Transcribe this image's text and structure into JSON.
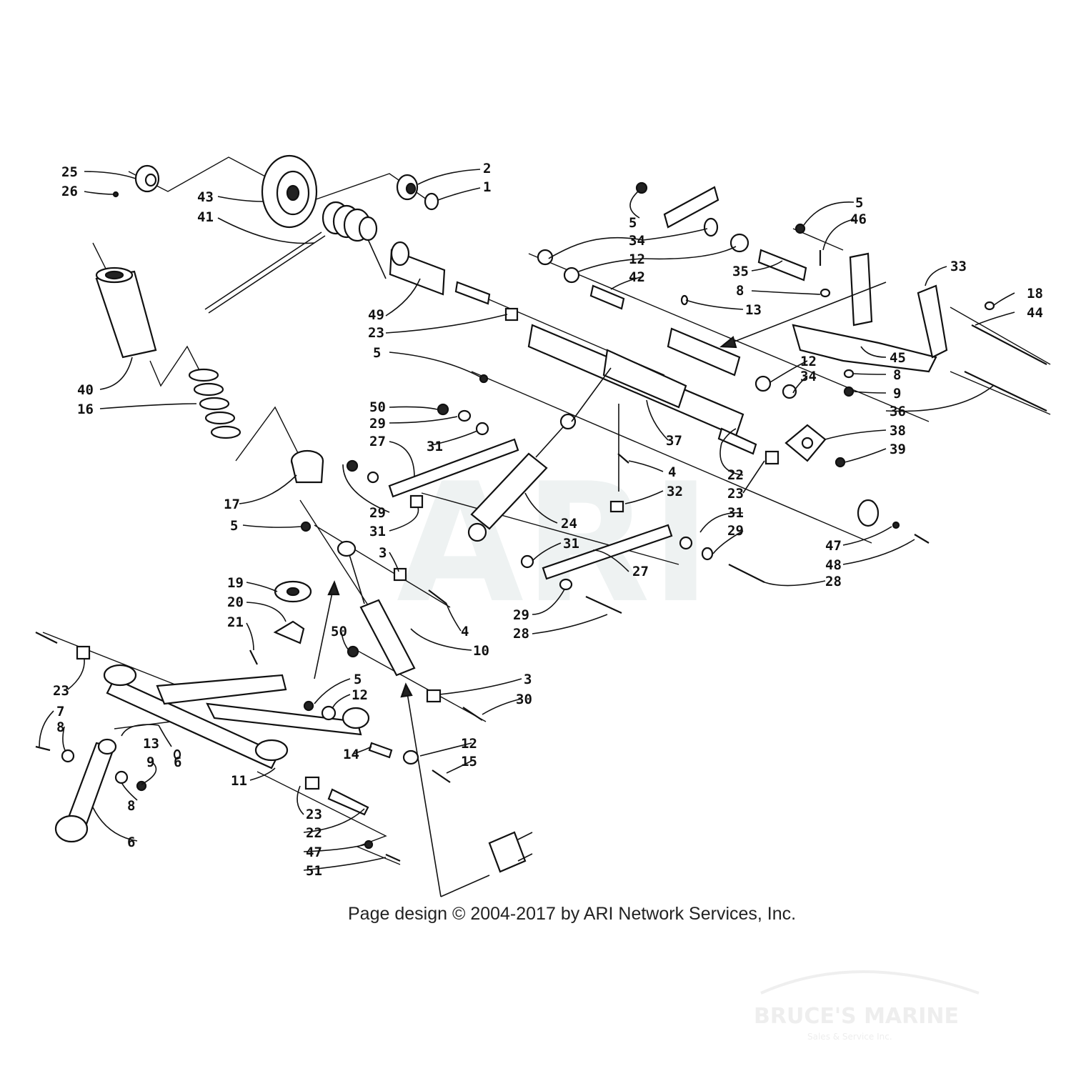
{
  "watermark": {
    "text": "ARI"
  },
  "copyright": "Page design © 2004-2017 by ARI Network Services, Inc.",
  "brand": {
    "name": "BRUCE'S MARINE",
    "tagline": "Sales & Service Inc."
  },
  "labels": [
    {
      "id": "l25a",
      "text": "25"
    },
    {
      "id": "l26a",
      "text": "26"
    },
    {
      "id": "l43",
      "text": "43"
    },
    {
      "id": "l41",
      "text": "41"
    },
    {
      "id": "l2a",
      "text": "2"
    },
    {
      "id": "l1",
      "text": "1"
    },
    {
      "id": "l40",
      "text": "40"
    },
    {
      "id": "l16",
      "text": "16"
    },
    {
      "id": "l49",
      "text": "49"
    },
    {
      "id": "l23a",
      "text": "23"
    },
    {
      "id": "l5a",
      "text": "5"
    },
    {
      "id": "l5b",
      "text": "5"
    },
    {
      "id": "l34a",
      "text": "34"
    },
    {
      "id": "l12a",
      "text": "12"
    },
    {
      "id": "l42",
      "text": "42"
    },
    {
      "id": "l5c",
      "text": "5"
    },
    {
      "id": "l46",
      "text": "46"
    },
    {
      "id": "l35",
      "text": "35"
    },
    {
      "id": "l8a",
      "text": "8"
    },
    {
      "id": "l13a",
      "text": "13"
    },
    {
      "id": "l33",
      "text": "33"
    },
    {
      "id": "l18",
      "text": "18"
    },
    {
      "id": "l44",
      "text": "44"
    },
    {
      "id": "l12b",
      "text": "12"
    },
    {
      "id": "l34b",
      "text": "34"
    },
    {
      "id": "l45",
      "text": "45"
    },
    {
      "id": "l8b",
      "text": "8"
    },
    {
      "id": "l9a",
      "text": "9"
    },
    {
      "id": "l36",
      "text": "36"
    },
    {
      "id": "l50a",
      "text": "50"
    },
    {
      "id": "l29a",
      "text": "29"
    },
    {
      "id": "l27a",
      "text": "27"
    },
    {
      "id": "l31a",
      "text": "31"
    },
    {
      "id": "l37",
      "text": "37"
    },
    {
      "id": "l38",
      "text": "38"
    },
    {
      "id": "l39",
      "text": "39"
    },
    {
      "id": "l4a",
      "text": "4"
    },
    {
      "id": "l22a",
      "text": "22"
    },
    {
      "id": "l23b",
      "text": "23"
    },
    {
      "id": "l32",
      "text": "32"
    },
    {
      "id": "l17",
      "text": "17"
    },
    {
      "id": "l29b",
      "text": "29"
    },
    {
      "id": "l31b",
      "text": "31"
    },
    {
      "id": "l24",
      "text": "24"
    },
    {
      "id": "l31c",
      "text": "31"
    },
    {
      "id": "l29c",
      "text": "29"
    },
    {
      "id": "l5d",
      "text": "5"
    },
    {
      "id": "l3a",
      "text": "3"
    },
    {
      "id": "l31d",
      "text": "31"
    },
    {
      "id": "l47a",
      "text": "47"
    },
    {
      "id": "l48",
      "text": "48"
    },
    {
      "id": "l27b",
      "text": "27"
    },
    {
      "id": "l28a",
      "text": "28"
    },
    {
      "id": "l19",
      "text": "19"
    },
    {
      "id": "l4b",
      "text": "4"
    },
    {
      "id": "l20",
      "text": "20"
    },
    {
      "id": "l29d",
      "text": "29"
    },
    {
      "id": "l28b",
      "text": "28"
    },
    {
      "id": "l21",
      "text": "21"
    },
    {
      "id": "l50b",
      "text": "50"
    },
    {
      "id": "l10",
      "text": "10"
    },
    {
      "id": "l23c",
      "text": "23"
    },
    {
      "id": "l3b",
      "text": "3"
    },
    {
      "id": "l5e",
      "text": "5"
    },
    {
      "id": "l30",
      "text": "30"
    },
    {
      "id": "l12c",
      "text": "12"
    },
    {
      "id": "l7",
      "text": "7"
    },
    {
      "id": "l8c",
      "text": "8"
    },
    {
      "id": "l13b",
      "text": "13"
    },
    {
      "id": "l6a",
      "text": "6"
    },
    {
      "id": "l9b",
      "text": "9"
    },
    {
      "id": "l12d",
      "text": "12"
    },
    {
      "id": "l14",
      "text": "14"
    },
    {
      "id": "l15",
      "text": "15"
    },
    {
      "id": "l11",
      "text": "11"
    },
    {
      "id": "l8d",
      "text": "8"
    },
    {
      "id": "l23d",
      "text": "23"
    },
    {
      "id": "l22b",
      "text": "22"
    },
    {
      "id": "l6b",
      "text": "6"
    },
    {
      "id": "l47b",
      "text": "47"
    },
    {
      "id": "l51",
      "text": "51"
    }
  ]
}
